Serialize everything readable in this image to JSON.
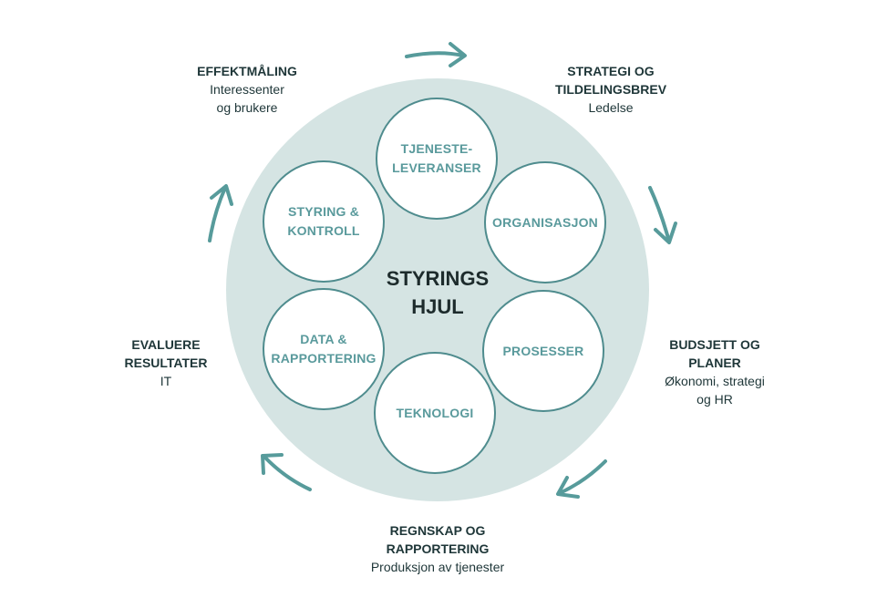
{
  "colors": {
    "wheel_fill": "#d5e4e3",
    "ring_stroke": "#4f8c8e",
    "arrow": "#579b9b",
    "node_text": "#5a9a9c",
    "label_text": "#1e3638"
  },
  "hub": {
    "title": "STYRINGS\nHJUL"
  },
  "nodes": [
    {
      "label": "TJENESTE-\nLEVERANSER"
    },
    {
      "label": "ORGANISASJON"
    },
    {
      "label": "PROSESSER"
    },
    {
      "label": "TEKNOLOGI"
    },
    {
      "label": "DATA &\nRAPPORTERING"
    },
    {
      "label": "STYRING &\nKONTROLL"
    }
  ],
  "stages": {
    "effektmaling": {
      "title": "EFFEKTMÅLING",
      "subtitle": "Interessenter\nog brukere"
    },
    "strategi": {
      "title": "STRATEGI OG\nTILDELINGSBREV",
      "subtitle": "Ledelse"
    },
    "budsjett": {
      "title": "BUDSJETT OG\nPLANER",
      "subtitle": "Økonomi, strategi\nog HR"
    },
    "regnskap": {
      "title": "REGNSKAP OG\nRAPPORTERING",
      "subtitle": "Produksjon av tjenester"
    },
    "evaluere": {
      "title": "EVALUERE\nRESULTATER",
      "subtitle": "IT"
    }
  },
  "icons": [
    "arrow-icon"
  ]
}
